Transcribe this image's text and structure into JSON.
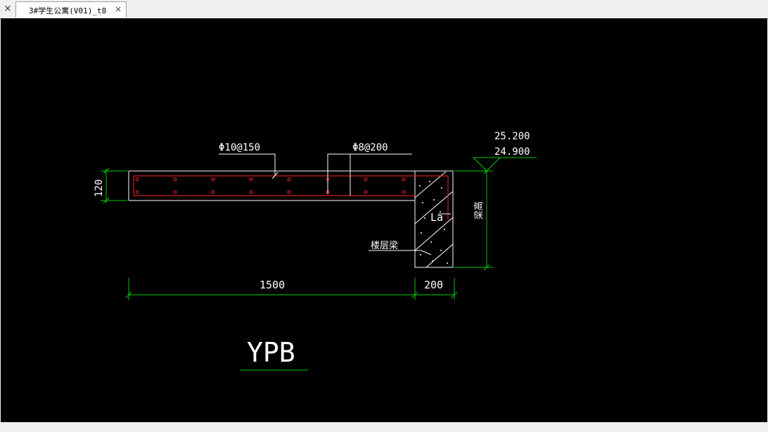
{
  "tabs": {
    "close_all_icon": "×",
    "active_title": "3#学生公寓(V01)_t8",
    "close_icon": "×"
  },
  "drawing": {
    "rebar_top_label": "Φ10@150",
    "rebar_bottom_label": "Φ8@200",
    "elevation_top": "25.200",
    "elevation_bottom": "24.900",
    "thickness_dim": "120",
    "anchorage_label": "La",
    "beam_height_label": "梁高",
    "beam_label": "楼层梁",
    "span_dim": "1500",
    "beam_width_dim": "200",
    "title": "YPB"
  },
  "colors": {
    "canvas": "#000000",
    "dimension": "#00cc00",
    "rebar": "#ff2020",
    "linework": "#ffffff"
  }
}
